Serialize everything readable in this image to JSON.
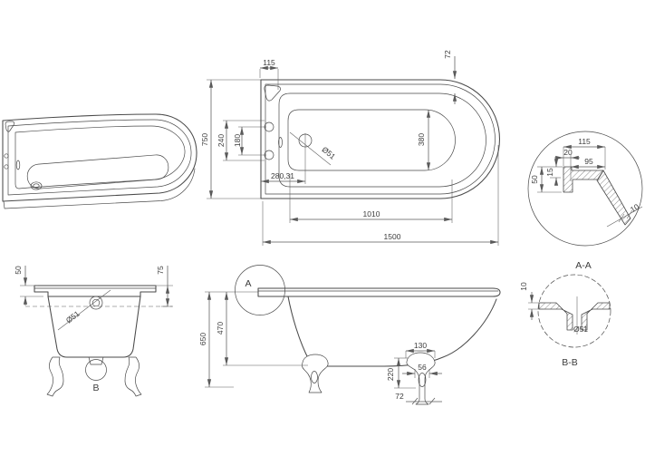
{
  "views": {
    "plan": {
      "d115": "115",
      "d72": "72",
      "d750": "750",
      "d240": "240",
      "d180": "180",
      "d_drain_dia": "Ø51",
      "d280": "280,31",
      "d380": "380",
      "d1010": "1010",
      "d1500": "1500"
    },
    "section_a": {
      "title": "A-A",
      "d115": "115",
      "d20": "20",
      "d95": "95",
      "d15": "15",
      "d50": "50",
      "d10": "10"
    },
    "section_b": {
      "title": "B-B",
      "d10": "10",
      "d_dia": "Ø51"
    },
    "end": {
      "d50": "50",
      "d75": "75",
      "d_dia": "Ø51",
      "marker": "B"
    },
    "side": {
      "d650": "650",
      "d470": "470",
      "d130": "130",
      "d56": "56",
      "d220": "220",
      "d72": "72",
      "marker": "A"
    }
  },
  "colors": {
    "line": "#4a4a4a",
    "dim": "#5a5a5a",
    "text": "#3c3c3c",
    "background": "#ffffff"
  }
}
